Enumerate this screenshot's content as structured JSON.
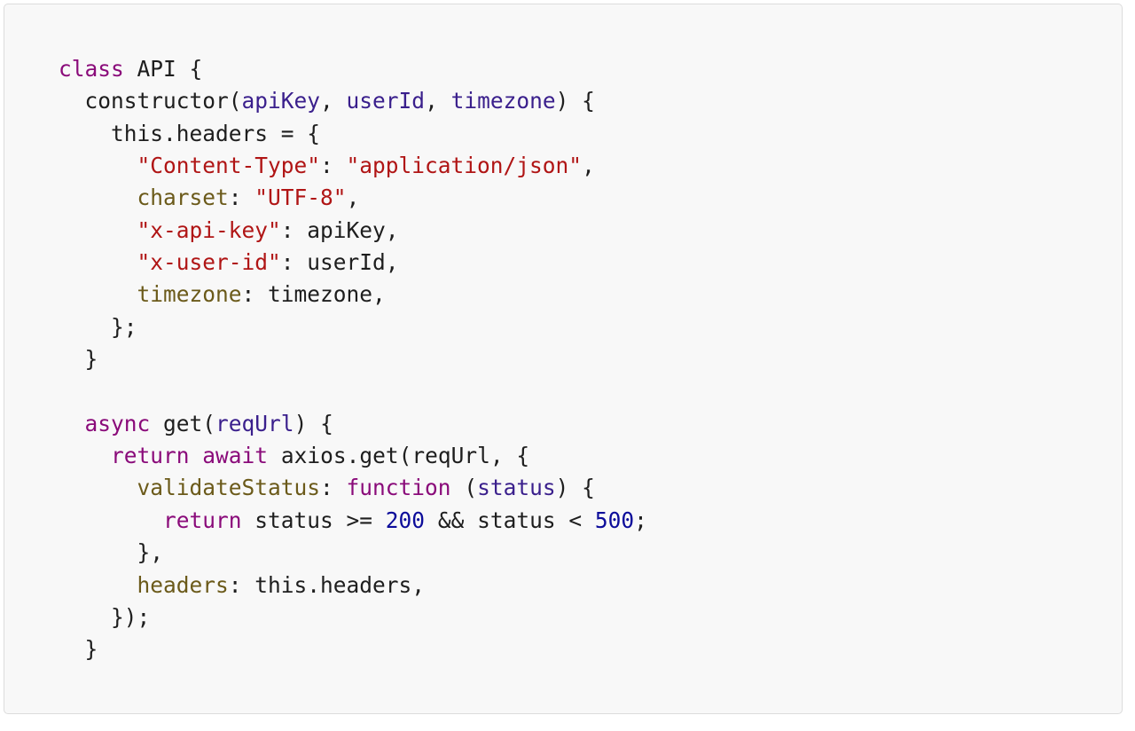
{
  "code": {
    "lines": [
      [
        {
          "t": "class",
          "k": "kw"
        },
        {
          "t": " API {",
          "k": "plain"
        }
      ],
      [
        {
          "t": "  constructor(",
          "k": "plain"
        },
        {
          "t": "apiKey",
          "k": "param"
        },
        {
          "t": ", ",
          "k": "plain"
        },
        {
          "t": "userId",
          "k": "param"
        },
        {
          "t": ", ",
          "k": "plain"
        },
        {
          "t": "timezone",
          "k": "param"
        },
        {
          "t": ") {",
          "k": "plain"
        }
      ],
      [
        {
          "t": "    this.headers = {",
          "k": "plain"
        }
      ],
      [
        {
          "t": "      ",
          "k": "plain"
        },
        {
          "t": "\"Content-Type\"",
          "k": "str"
        },
        {
          "t": ": ",
          "k": "plain"
        },
        {
          "t": "\"application/json\"",
          "k": "str"
        },
        {
          "t": ",",
          "k": "plain"
        }
      ],
      [
        {
          "t": "      ",
          "k": "plain"
        },
        {
          "t": "charset",
          "k": "prop"
        },
        {
          "t": ": ",
          "k": "plain"
        },
        {
          "t": "\"UTF-8\"",
          "k": "str"
        },
        {
          "t": ",",
          "k": "plain"
        }
      ],
      [
        {
          "t": "      ",
          "k": "plain"
        },
        {
          "t": "\"x-api-key\"",
          "k": "str"
        },
        {
          "t": ": apiKey,",
          "k": "plain"
        }
      ],
      [
        {
          "t": "      ",
          "k": "plain"
        },
        {
          "t": "\"x-user-id\"",
          "k": "str"
        },
        {
          "t": ": userId,",
          "k": "plain"
        }
      ],
      [
        {
          "t": "      ",
          "k": "plain"
        },
        {
          "t": "timezone",
          "k": "prop"
        },
        {
          "t": ": timezone,",
          "k": "plain"
        }
      ],
      [
        {
          "t": "    };",
          "k": "plain"
        }
      ],
      [
        {
          "t": "  }",
          "k": "plain"
        }
      ],
      [
        {
          "t": "",
          "k": "plain"
        }
      ],
      [
        {
          "t": "  ",
          "k": "plain"
        },
        {
          "t": "async",
          "k": "kw"
        },
        {
          "t": " get(",
          "k": "plain"
        },
        {
          "t": "reqUrl",
          "k": "param"
        },
        {
          "t": ") {",
          "k": "plain"
        }
      ],
      [
        {
          "t": "    ",
          "k": "plain"
        },
        {
          "t": "return",
          "k": "kw"
        },
        {
          "t": " ",
          "k": "plain"
        },
        {
          "t": "await",
          "k": "kw"
        },
        {
          "t": " axios.get(reqUrl, {",
          "k": "plain"
        }
      ],
      [
        {
          "t": "      ",
          "k": "plain"
        },
        {
          "t": "validateStatus",
          "k": "prop"
        },
        {
          "t": ": ",
          "k": "plain"
        },
        {
          "t": "function",
          "k": "kw"
        },
        {
          "t": " (",
          "k": "plain"
        },
        {
          "t": "status",
          "k": "param"
        },
        {
          "t": ") {",
          "k": "plain"
        }
      ],
      [
        {
          "t": "        ",
          "k": "plain"
        },
        {
          "t": "return",
          "k": "kw"
        },
        {
          "t": " status >= ",
          "k": "plain"
        },
        {
          "t": "200",
          "k": "num"
        },
        {
          "t": " && status < ",
          "k": "plain"
        },
        {
          "t": "500",
          "k": "num"
        },
        {
          "t": ";",
          "k": "plain"
        }
      ],
      [
        {
          "t": "      },",
          "k": "plain"
        }
      ],
      [
        {
          "t": "      ",
          "k": "plain"
        },
        {
          "t": "headers",
          "k": "prop"
        },
        {
          "t": ": this.headers,",
          "k": "plain"
        }
      ],
      [
        {
          "t": "    });",
          "k": "plain"
        }
      ],
      [
        {
          "t": "  }",
          "k": "plain"
        }
      ]
    ]
  },
  "colors": {
    "panel_background": "#f8f8f8",
    "panel_border": "#dcdcdc",
    "keyword": "#8a0b7a",
    "parameter": "#3a1f8c",
    "string": "#b01515",
    "property": "#6b5a1a",
    "number": "#0c0c9a",
    "plain": "#1e1e1e"
  }
}
